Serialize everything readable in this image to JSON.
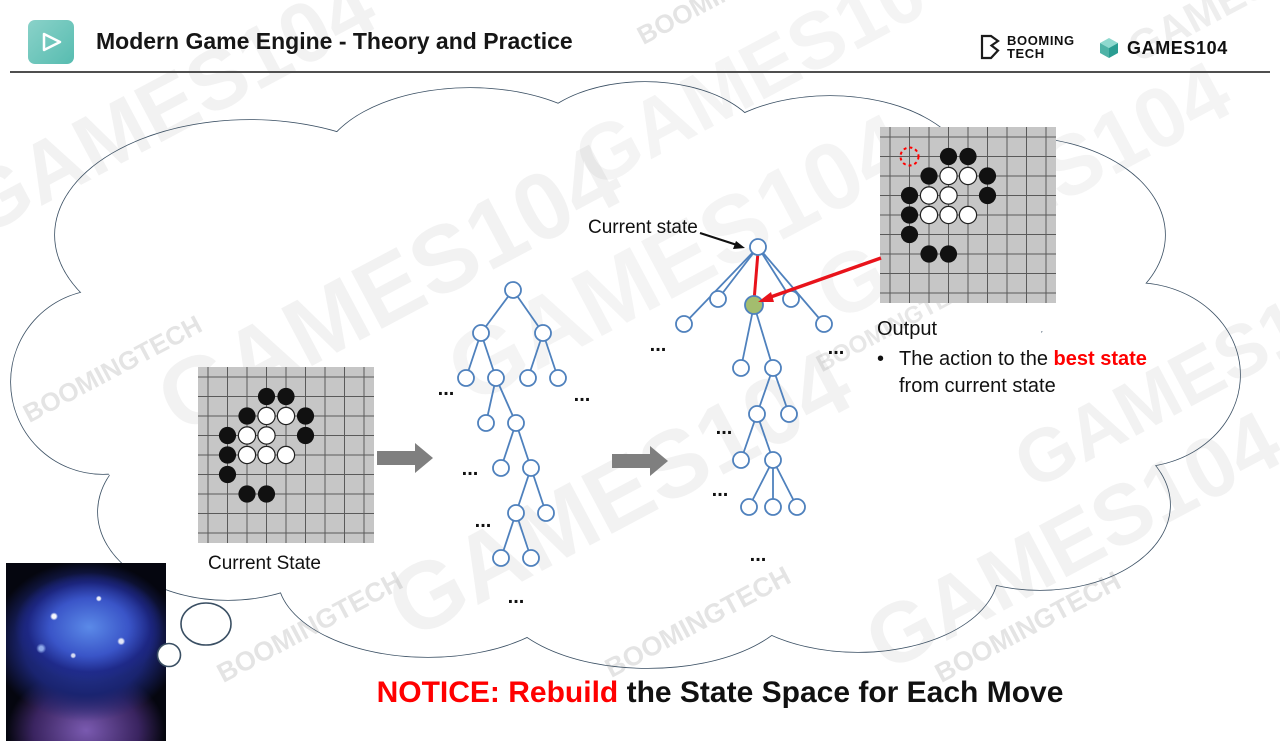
{
  "header": {
    "title": "Modern Game Engine - Theory and Practice",
    "booming": {
      "line1": "BOOMING",
      "line2": "TECH"
    },
    "games": "GAMES104"
  },
  "diagram": {
    "current_state_label": "Current State",
    "pointer_label": "Current state",
    "output_title": "Output",
    "bullet": "•",
    "output_text": {
      "pre": "The action to the ",
      "highlight": "best state",
      "post": " from current state"
    },
    "ellipsis": "..."
  },
  "notice": {
    "highlight": "NOTICE: Rebuild",
    "rest": " the State Space for Each Move"
  },
  "watermarks": {
    "games": "GAMES104",
    "booming": "BOOMINGTECH"
  },
  "board": {
    "grid": 9,
    "black": [
      [
        3,
        1
      ],
      [
        4,
        1
      ],
      [
        2,
        2
      ],
      [
        5,
        2
      ],
      [
        1,
        3
      ],
      [
        5,
        3
      ],
      [
        1,
        4
      ],
      [
        1,
        5
      ],
      [
        2,
        6
      ],
      [
        3,
        6
      ]
    ],
    "white": [
      [
        3,
        2
      ],
      [
        4,
        2
      ],
      [
        2,
        3
      ],
      [
        3,
        3
      ],
      [
        2,
        4
      ],
      [
        3,
        4
      ],
      [
        4,
        4
      ]
    ],
    "best_move_marker": [
      1,
      1
    ]
  },
  "colors": {
    "accent_teal": "#6ac6bb",
    "tree_blue": "#4f81bd",
    "highlight_red": "#ff0000",
    "node_green": "#a3bd6e",
    "arrow_gray": "#7f7f7f",
    "cloud_stroke": "#3a4f63"
  }
}
